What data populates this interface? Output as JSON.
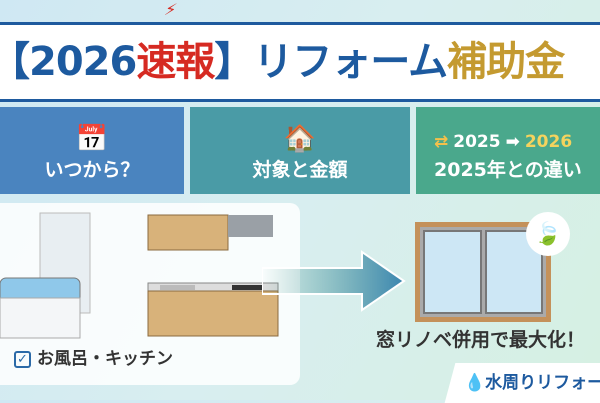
{
  "title": {
    "bracket_open": "【",
    "year": "2026",
    "flash": "速報",
    "bracket_close": "】",
    "main": "リフォーム",
    "gold": "補助金"
  },
  "cards": [
    {
      "icon": "calendar-icon",
      "label": "いつから？"
    },
    {
      "icon": "house-money-icon",
      "label": "対象と金額"
    },
    {
      "icon": "shuffle-icon",
      "from": "2025",
      "to": "2026",
      "label": "2025年との違い"
    }
  ],
  "panel": {
    "check_label": "お風呂・キッチン"
  },
  "window": {
    "slogan": "窓リノベ併用で最大化！"
  },
  "logo": {
    "text": "水周りリフォーム"
  },
  "colors": {
    "blue": "#1d5a9f",
    "red": "#d62a22",
    "gold": "#c49a30"
  }
}
